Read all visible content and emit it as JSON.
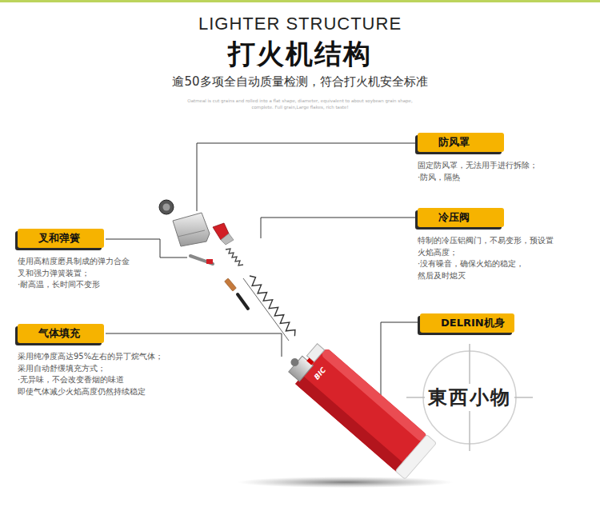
{
  "diagram": {
    "title": "打火机结构",
    "nodes": [
      {
        "text": [
          "防风罩",
          "固定防风罩，无法用手进行拆除；",
          "·防风，隔热"
        ]
      },
      {
        "text": [
          "冷压阀",
          "特制的冷压铝阀门，不易变形，预设置火焰高度；",
          "·没有噪音，确保火焰的稳定，",
          "然后及时熄灭"
        ]
      },
      {
        "text": [
          "叉和弹簧",
          "使用高精度磨具制成的弹力合金叉和强力弹簧装置；",
          "·耐高温，长时间不变形"
        ]
      },
      {
        "text": [
          "DELRIN机身"
        ]
      },
      {
        "text": [
          "气体填充",
          "采用纯净度高达95%左右的异丁烷气体；",
          "采用自动舒缓填充方式；",
          "·无异味，不会改变香烟的味道",
          "即使气体减少火焰高度仍然持续稳定"
        ]
      }
    ],
    "labels": [
      "LIGHTER STRUCTURE",
      "逾50多项全自动质量检测，符合打火机安全标准",
      "Oatmeal is cut grains and rolled into a flat shape, diameter, equivalent to about soybean grain shape, complete. Full grain,Large flakes, rich taste!",
      "BIC",
      "東西小物"
    ]
  }
}
